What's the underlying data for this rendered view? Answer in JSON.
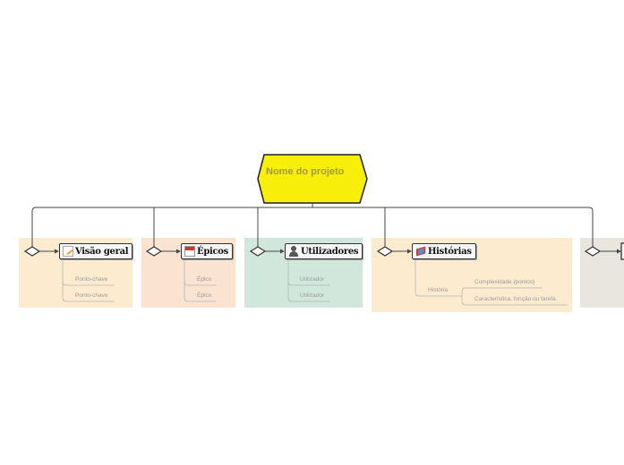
{
  "root": {
    "title": "Nome do projeto"
  },
  "branches": [
    {
      "label": "Visão geral",
      "icon": "document-pencil-icon",
      "color": "#fdebd0",
      "items": [
        "Ponto-chave",
        "Ponto-chave"
      ]
    },
    {
      "label": "Épicos",
      "icon": "calendar-icon",
      "color": "#fbe3d1",
      "items": [
        "Épico",
        "Épico"
      ]
    },
    {
      "label": "Utilizadores",
      "icon": "user-icon",
      "color": "#d2e7dc",
      "items": [
        "Utilizador",
        "Utilizador"
      ]
    },
    {
      "label": "Histórias",
      "icon": "books-icon",
      "color": "#fdebd0",
      "items": [
        "História"
      ],
      "subitems": [
        "Complexidade (pontos)",
        "Característica, função ou tarefa"
      ]
    },
    {
      "label": "",
      "icon": "",
      "color": "#e9e5df",
      "items": []
    }
  ],
  "colors": {
    "root_fill": "#f7ee0a",
    "root_text": "#a39a3c",
    "line": "#444444",
    "leaf_text": "#9a9a9a"
  }
}
